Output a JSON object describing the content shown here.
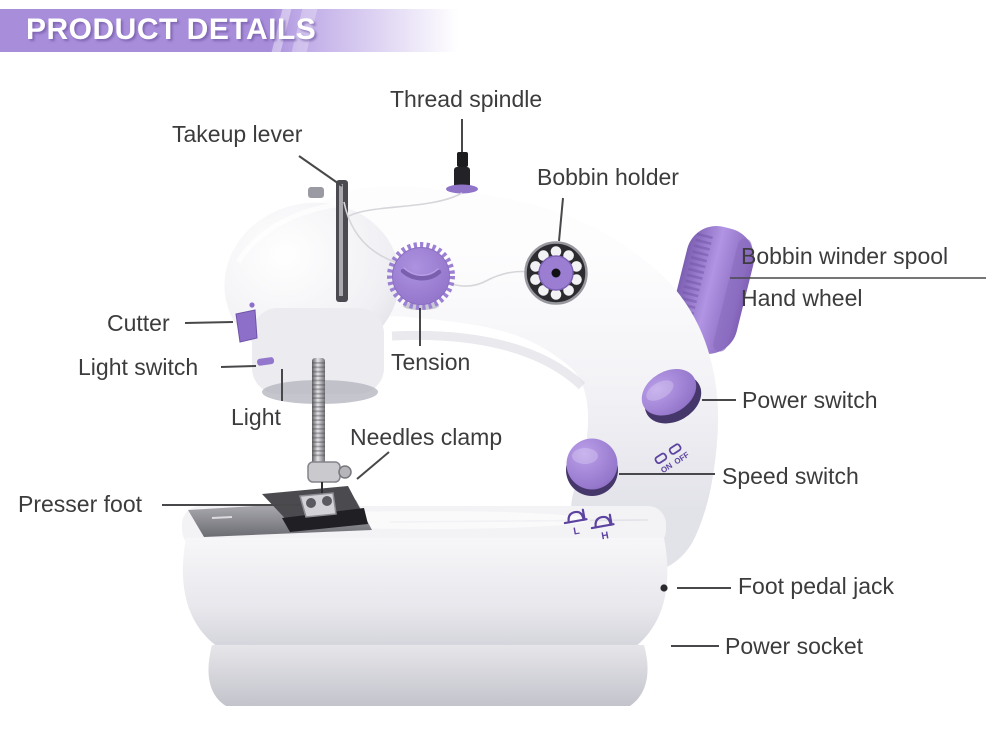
{
  "banner": {
    "title": "PRODUCT DETAILS"
  },
  "labels": {
    "thread_spindle": "Thread spindle",
    "takeup_lever": "Takeup lever",
    "bobbin_holder": "Bobbin holder",
    "bobbin_winder_spool": "Bobbin winder spool",
    "hand_wheel": "Hand wheel",
    "cutter": "Cutter",
    "light_switch": "Light switch",
    "light": "Light",
    "tension": "Tension",
    "needles_clamp": "Needles clamp",
    "presser_foot": "Presser foot",
    "power_switch": "Power switch",
    "speed_switch": "Speed switch",
    "foot_pedal_jack": "Foot pedal jack",
    "power_socket": "Power socket"
  },
  "machine": {
    "markings": {
      "on": "ON",
      "off": "OFF",
      "low": "L",
      "high": "H"
    }
  },
  "colors": {
    "banner_purple": "#a78dda",
    "accent_purple": "#9b7ed2",
    "button_purple": "#9678cc",
    "marking_purple": "#5d43a0",
    "label_text": "#3c3c3e",
    "leader_line": "#48484a",
    "body_white": "#f1f1f5",
    "base_gray": "#d6d6dd",
    "metal_dark": "#3a3a3e"
  }
}
